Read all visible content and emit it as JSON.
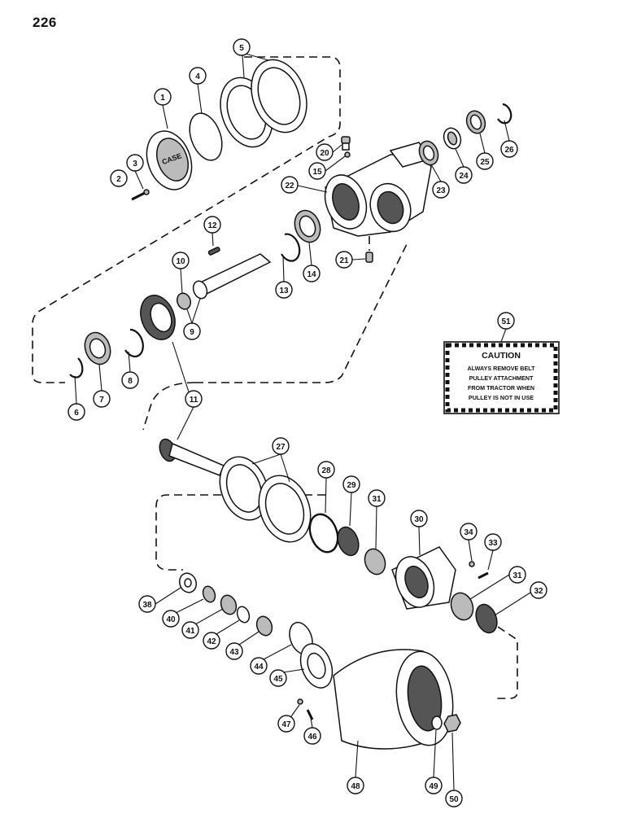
{
  "page_number": "226",
  "caution_decal": {
    "title": "CAUTION",
    "lines": [
      "ALWAYS REMOVE BELT",
      "PULLEY ATTACHMENT",
      "FROM TRACTOR WHEN",
      "PULLEY IS NOT IN USE"
    ]
  },
  "hub_logo_text": "CASE",
  "callouts": [
    "1",
    "2",
    "3",
    "4",
    "5",
    "6",
    "7",
    "8",
    "9",
    "10",
    "11",
    "12",
    "13",
    "14",
    "15",
    "20",
    "21",
    "22",
    "23",
    "24",
    "25",
    "26",
    "27",
    "28",
    "29",
    "30",
    "31",
    "32",
    "33",
    "34",
    "38",
    "40",
    "41",
    "42",
    "43",
    "44",
    "45",
    "46",
    "47",
    "48",
    "49",
    "50",
    "51"
  ]
}
